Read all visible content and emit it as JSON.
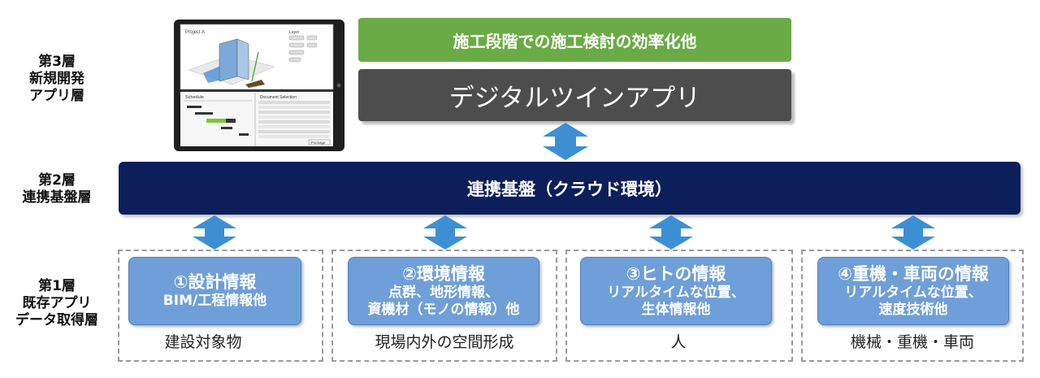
{
  "layers": {
    "layer3": {
      "line1": "第3層",
      "line2": "新規開発",
      "line3": "アプリ層"
    },
    "layer2": {
      "line1": "第2層",
      "line2": "連携基盤層"
    },
    "layer1": {
      "line1": "第1層",
      "line2": "既存アプリ",
      "line3": "データ取得層"
    }
  },
  "top": {
    "green_label": "施工段階での施工検討の効率化他",
    "gray_label": "デジタルツインアプリ"
  },
  "platform": {
    "label": "連携基盤（クラウド環境）"
  },
  "tablet": {
    "screen_title": "Project A",
    "schedule_label": "Schedule",
    "document_label": "Document Selection",
    "layer_label": "Layer",
    "btn_label": "Package"
  },
  "sources": [
    {
      "title": "①設計情報",
      "sub1": "BIM/工程情報他",
      "sub2": "",
      "caption": "建設対象物"
    },
    {
      "title": "②環境情報",
      "sub1": "点群、地形情報、",
      "sub2": "資機材（モノの情報）他",
      "caption": "現場内外の空間形成"
    },
    {
      "title": "③ヒトの情報",
      "sub1": "リアルタイムな位置、",
      "sub2": "生体情報他",
      "caption": "人"
    },
    {
      "title": "④重機・車両の情報",
      "sub1": "リアルタイムな位置、",
      "sub2": "速度技術他",
      "caption": "機械・重機・車両"
    }
  ],
  "colors": {
    "green": "#6aab45",
    "gray": "#4d4d4d",
    "navy": "#0c1f5a",
    "box_blue": "#6f9fd8",
    "arrow_blue": "#3d8fd4"
  }
}
